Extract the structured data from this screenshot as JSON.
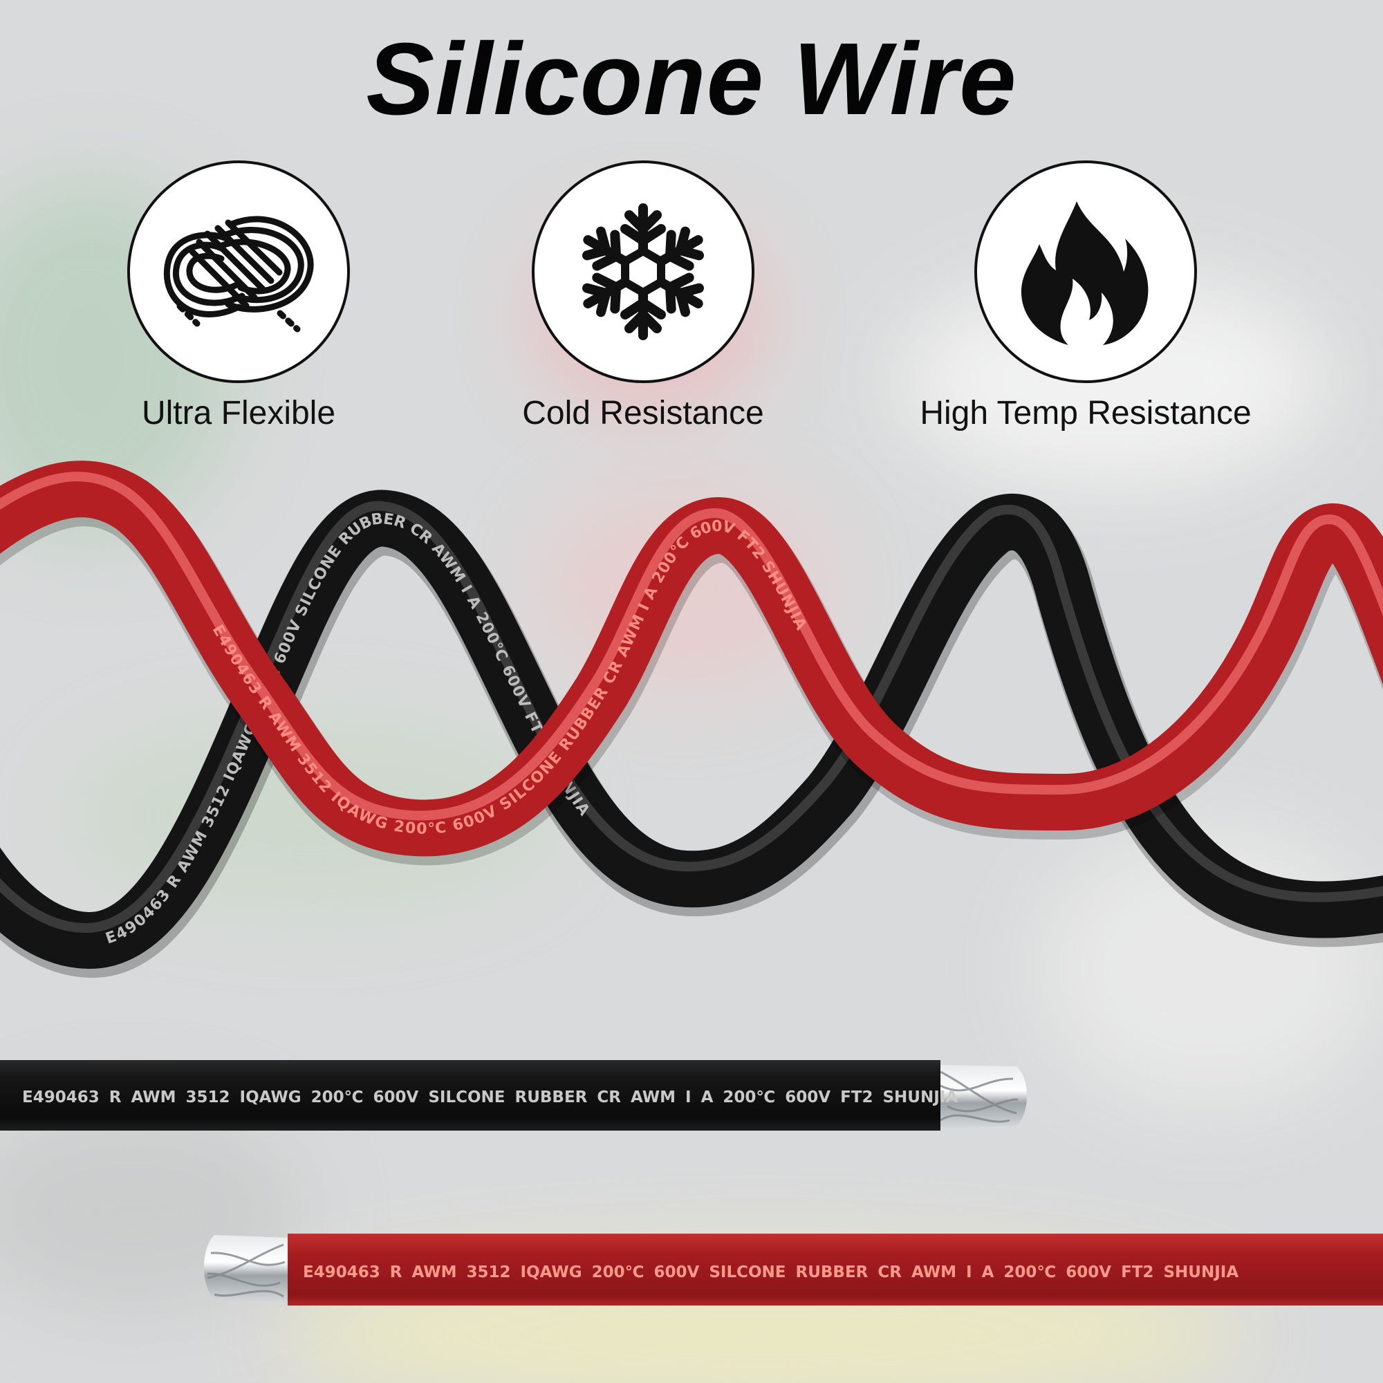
{
  "title": "Silicone Wire",
  "features": [
    {
      "label": "Ultra Flexible",
      "icon": "coiled-rope-icon"
    },
    {
      "label": "Cold Resistance",
      "icon": "snowflake-icon"
    },
    {
      "label": "High Temp Resistance",
      "icon": "flame-icon"
    }
  ],
  "cables": {
    "black_print": "E490463  R  AWM  3512  IQAWG  200℃  600V  SILCONE  RUBBER   CR   AWM   I   A   200℃   600V   FT2   SHUNJIA",
    "red_print": "E490463  R  AWM  3512  IQAWG  200℃  600V  SILCONE  RUBBER   CR   AWM   I   A   200℃   600V   FT2   SHUNJIA",
    "black_helix_print": "E490463 R AWM 3512 IQAWG 200℃ 600V SILCONE RUBBER CR AWM I A 200℃ 600V FT2 SHUNJIA",
    "red_helix_print": "E490463 R AWM 3512 IQAWG 200℃ 600V SILCONE RUBBER CR AWM I A 200℃ 600V FT2 SHUNJIA"
  },
  "colors": {
    "red": "#b31f22",
    "black": "#141414",
    "red_text": "#ff8a7a",
    "black_text": "#bfbfbf"
  }
}
